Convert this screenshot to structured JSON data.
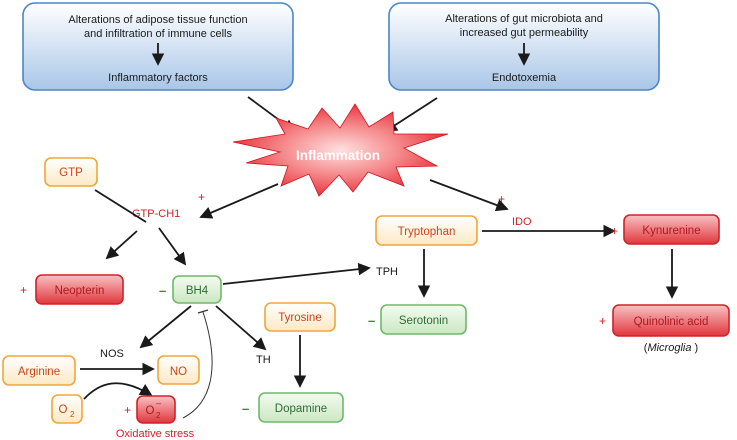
{
  "top_left_box": {
    "line1": "Alterations of adipose tissue function",
    "line2": "and infiltration of immune cells",
    "result": "Inflammatory factors"
  },
  "top_right_box": {
    "line1": "Alterations of gut microbiota and",
    "line2": "increased gut permeability",
    "result": "Endotoxemia"
  },
  "inflammation": "Inflammation",
  "nodes": {
    "gtp": "GTP",
    "neopterin": "Neopterin",
    "bh4": "BH4",
    "arginine": "Arginine",
    "no": "NO",
    "o2": "O",
    "o2_sub": "2",
    "superoxide": "O",
    "superoxide_sub": "2",
    "superoxide_sup": "–",
    "tyrosine": "Tyrosine",
    "dopamine": "Dopamine",
    "tryptophan": "Tryptophan",
    "serotonin": "Serotonin",
    "kynurenine": "Kynurenine",
    "quinolinic_acid": "Quinolinic acid"
  },
  "enzymes": {
    "gtp_ch1": "GTP-CH1",
    "ido": "IDO",
    "tph": "TPH",
    "nos": "NOS",
    "th": "TH"
  },
  "labels": {
    "oxidative_stress": "Oxidative stress",
    "microglia_open": "(",
    "microglia": "Microglia",
    "microglia_close": " )"
  },
  "signs": {
    "plus": "+",
    "minus": "–"
  },
  "colors": {
    "top_box_top": "#ffffff",
    "top_box_bottom": "#a9c6e8",
    "top_box_border": "#4a87c5",
    "orange_fill": "#fff6e3",
    "orange_border": "#f0a63a",
    "green_fill_top": "#f2faef",
    "green_fill_bottom": "#cfe9c7",
    "green_border": "#6fb86a",
    "red_fill_top": "#f4a7aa",
    "red_fill_bottom": "#e0373d",
    "red_border": "#d02228",
    "burst_center": "#ffd6d6",
    "burst_edge": "#e8202a"
  }
}
